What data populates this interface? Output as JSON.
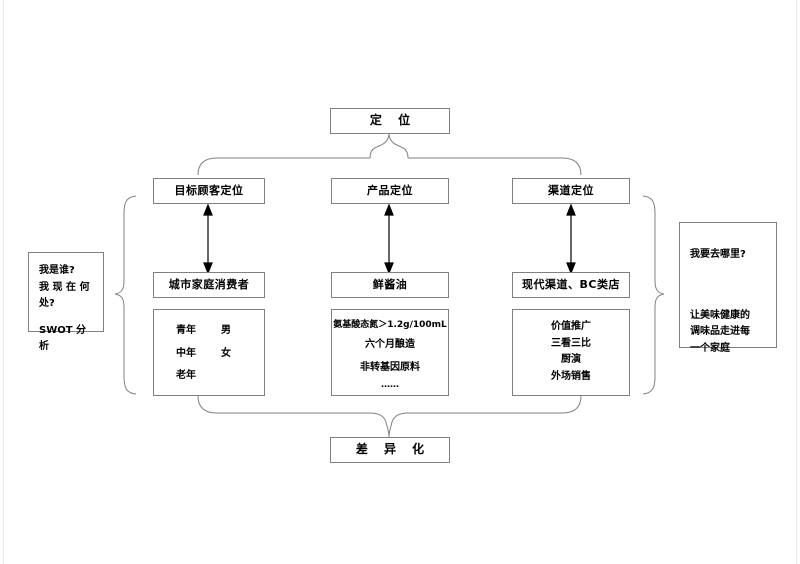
{
  "diagram": {
    "title_box": {
      "label": "定 位"
    },
    "bottom_box": {
      "label": "差 异 化"
    },
    "columns": [
      {
        "id": "target-customer",
        "header": "目标顾客定位",
        "subject": "城市家庭消费者",
        "details": [
          {
            "left": "青年",
            "right": "男"
          },
          {
            "left": "中年",
            "right": "女"
          },
          {
            "left": "老年",
            "right": ""
          }
        ]
      },
      {
        "id": "product",
        "header": "产品定位",
        "subject": "鲜酱油",
        "details": [
          {
            "left": "氨基酸态氮＞1.2g/100mL",
            "right": ""
          },
          {
            "left": "六个月酿造",
            "right": ""
          },
          {
            "left": "非转基因原料",
            "right": ""
          },
          {
            "left": "……",
            "right": ""
          }
        ]
      },
      {
        "id": "channel",
        "header": "渠道定位",
        "subject": "现代渠道、BC类店",
        "details": [
          {
            "left": "价值推广",
            "right": ""
          },
          {
            "left": "三看三比",
            "right": ""
          },
          {
            "left": "厨演",
            "right": ""
          },
          {
            "left": "外场销售",
            "right": ""
          }
        ]
      }
    ],
    "left_box": {
      "question_line1": "我是谁?",
      "question_line2": "我 现 在 何",
      "question_line3": "处?",
      "analysis": "SWOT 分析"
    },
    "right_box": {
      "question": "我要去哪里?",
      "answer_line1": "让美味健康的",
      "answer_line2": "调味品走进每",
      "answer_line3": "一个家庭"
    }
  },
  "colors": {
    "stroke": "#808080",
    "arrow": "#000000",
    "page_border": "#e8e8e8",
    "background": "#ffffff"
  }
}
